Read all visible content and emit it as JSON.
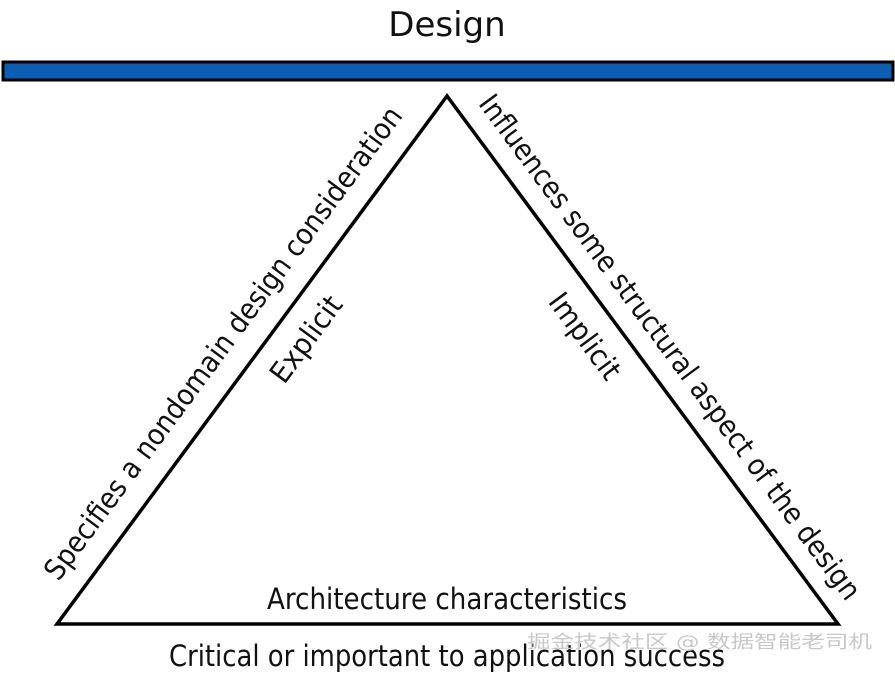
{
  "diagram": {
    "title": "Design",
    "left_outer_label": "Specifies a nondomain design consideration",
    "left_inner_label": "Explicit",
    "right_outer_label": "Influences some structural aspect of the design",
    "right_inner_label": "Implicit",
    "base_inner_label": "Architecture characteristics",
    "base_outer_label": "Critical or important to application success"
  },
  "watermark": "掘金技术社区 @ 数据智能老司机",
  "colors": {
    "bar_fill": "#0a5fb4",
    "bar_border": "#000000",
    "line": "#000000"
  }
}
